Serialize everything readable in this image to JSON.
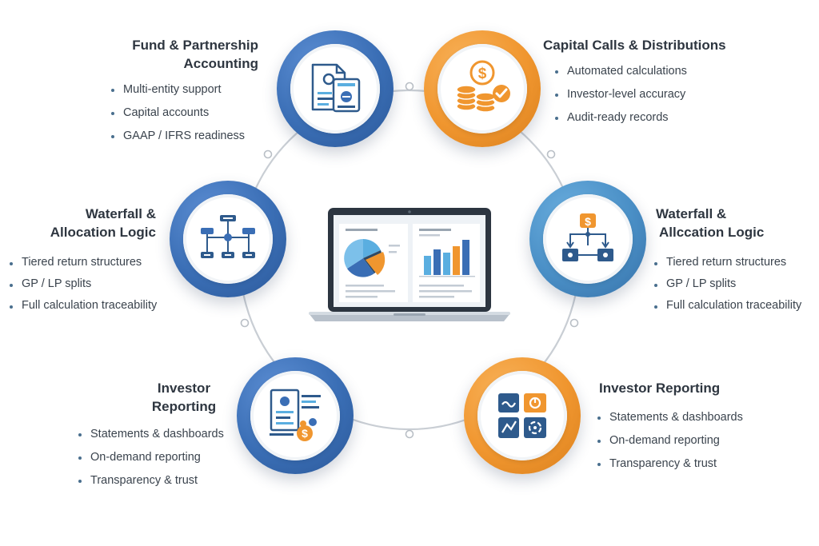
{
  "center": {
    "icon": "laptop-dashboard-icon",
    "chart_colors": [
      "#3a6eb5",
      "#5aaee0",
      "#f0962f",
      "#2e4a66"
    ]
  },
  "nodes": [
    {
      "id": "fund-accounting",
      "title_lines": [
        "Fund & Partnership",
        "Accounting"
      ],
      "bullets": [
        "Multi-entity support",
        "Capital accounts",
        "GAAP / IFRS readiness"
      ],
      "icon": "documents-icon",
      "color": "#3a6eb5"
    },
    {
      "id": "capital-calls",
      "title_lines": [
        "Capital Calls & Distributions"
      ],
      "bullets": [
        "Automated calculations",
        "Investor-level accuracy",
        "Audit-ready records"
      ],
      "icon": "coins-dollar-check-icon",
      "color": "#f0962f"
    },
    {
      "id": "waterfall-left",
      "title_lines": [
        "Waterfall &",
        "Allocation Logic"
      ],
      "bullets": [
        "Tiered return structures",
        "GP / LP splits",
        "Full calculation traceability"
      ],
      "icon": "flowchart-icon",
      "color": "#3a6eb5"
    },
    {
      "id": "waterfall-right",
      "title_lines": [
        "Waterfall &",
        "Allccation Logic"
      ],
      "bullets": [
        "Tiered return structures",
        "GP / LP splits",
        "Full calculation traceability"
      ],
      "icon": "dollar-split-icon",
      "color": "#4a8fc6"
    },
    {
      "id": "investor-reporting-left",
      "title_lines": [
        "Investor",
        "Reporting"
      ],
      "bullets": [
        "Statements & dashboards",
        "On-demand reporting",
        "Transparency & trust"
      ],
      "icon": "report-dollar-icon",
      "color": "#3a6eb5"
    },
    {
      "id": "investor-reporting-right",
      "title_lines": [
        "Investor Reporting"
      ],
      "bullets": [
        "Statements & dashboards",
        "On-demand reporting",
        "Transparency & trust"
      ],
      "icon": "dashboard-tiles-icon",
      "color": "#f0962f"
    }
  ]
}
